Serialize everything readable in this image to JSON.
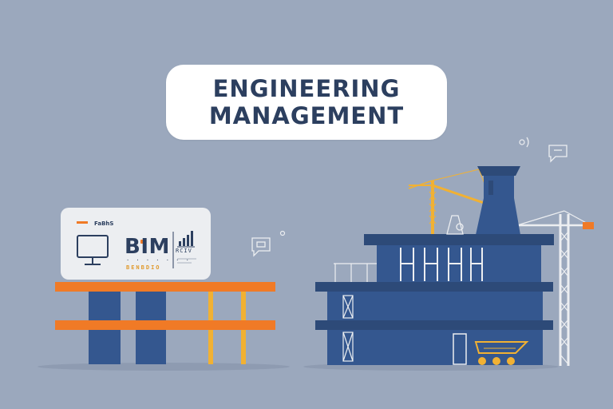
{
  "title": {
    "line1": "ENGINEERING",
    "line2": "MANAGEMENT"
  },
  "sign": {
    "small_label": "FaBhS",
    "brand": "BIM",
    "sub_line1": "· · · · · · ·",
    "sub_line2": "BENBDIO",
    "code": "RCIV"
  },
  "icons": [
    "monitor-icon",
    "bar-chart-icon",
    "speech-bubble-icon",
    "crane-icon",
    "building-icon",
    "truck-icon"
  ],
  "colors": {
    "background": "#9ba8bd",
    "navy": "#34578f",
    "dark_navy": "#2c3f5f",
    "orange": "#f07a26",
    "yellow": "#f1b133",
    "card": "#ffffff"
  }
}
